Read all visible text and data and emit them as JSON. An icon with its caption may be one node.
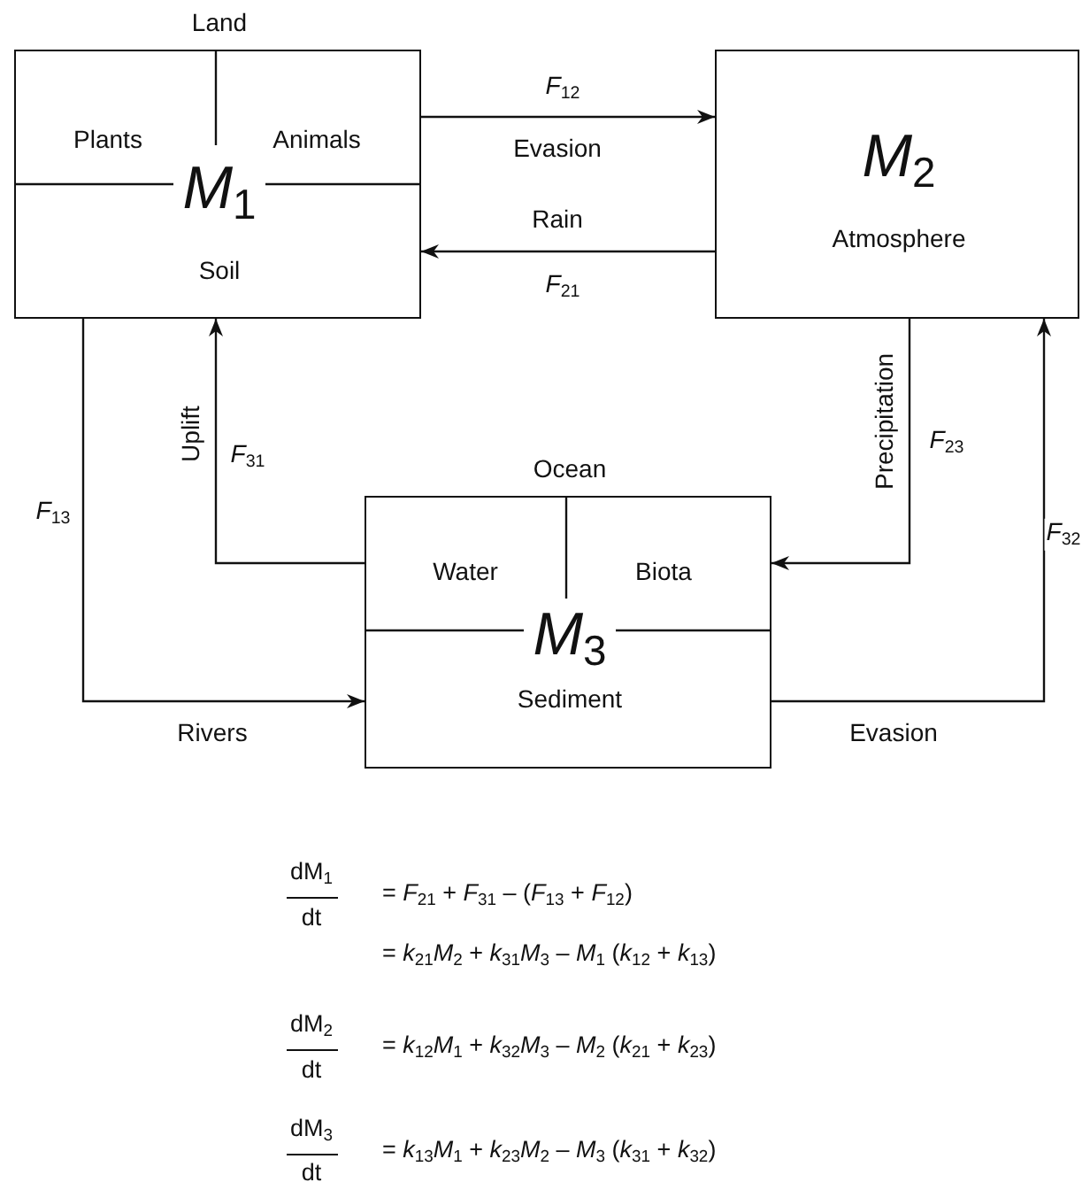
{
  "diagram": {
    "nodes": [
      {
        "text": [
          "Land",
          "Plants",
          "Animals",
          "*M*$_{1}$",
          "Soil"
        ]
      },
      {
        "text": [
          "*M*$_{2}$",
          "Atmosphere"
        ]
      },
      {
        "text": [
          "Ocean",
          "Water",
          "Biota",
          "*M*$_{3}$",
          "Sediment"
        ]
      }
    ],
    "edges": [
      {
        "from": 0,
        "to": 1,
        "arrow": "to",
        "label": "*F*$_{12}$"
      },
      {
        "from": 1,
        "to": 0,
        "arrow": "to",
        "label": "*F*$_{21}$"
      },
      {
        "from": 0,
        "to": 2,
        "arrow": "to",
        "label": "*F*$_{13}$"
      },
      {
        "from": 2,
        "to": 0,
        "arrow": "to",
        "label": "*F*$_{31}$"
      },
      {
        "from": 1,
        "to": 2,
        "arrow": "to",
        "label": "*F*$_{23}$"
      },
      {
        "from": 2,
        "to": 1,
        "arrow": "to",
        "label": "*F*$_{32}$"
      }
    ],
    "labels": [
      "Evasion",
      "Rain",
      "Uplift",
      "Precipitation",
      "Rivers",
      "Evasion",
      "dM$_{1}$",
      "dt",
      "= *F*$_{21}$ + *F*$_{31}$ – (*F*$_{13}$ + *F*$_{12}$)",
      "= *k*$_{21}$*M*$_{2}$ + *k*$_{31}$*M*$_{3}$ – *M*$_{1}$ (*k*$_{12}$ + *k*$_{13}$)",
      "dM$_{2}$",
      "dt",
      "= *k*$_{12}$*M*$_{1}$ + *k*$_{32}$*M*$_{3}$ – *M*$_{2}$ (*k*$_{21}$ + *k*$_{23}$)",
      "dM$_{3}$",
      "dt",
      "= *k*$_{13}$*M*$_{1}$ + *k*$_{23}$*M*$_{2}$ – *M*$_{3}$ (*k*$_{31}$ + *k*$_{32}$)"
    ]
  }
}
